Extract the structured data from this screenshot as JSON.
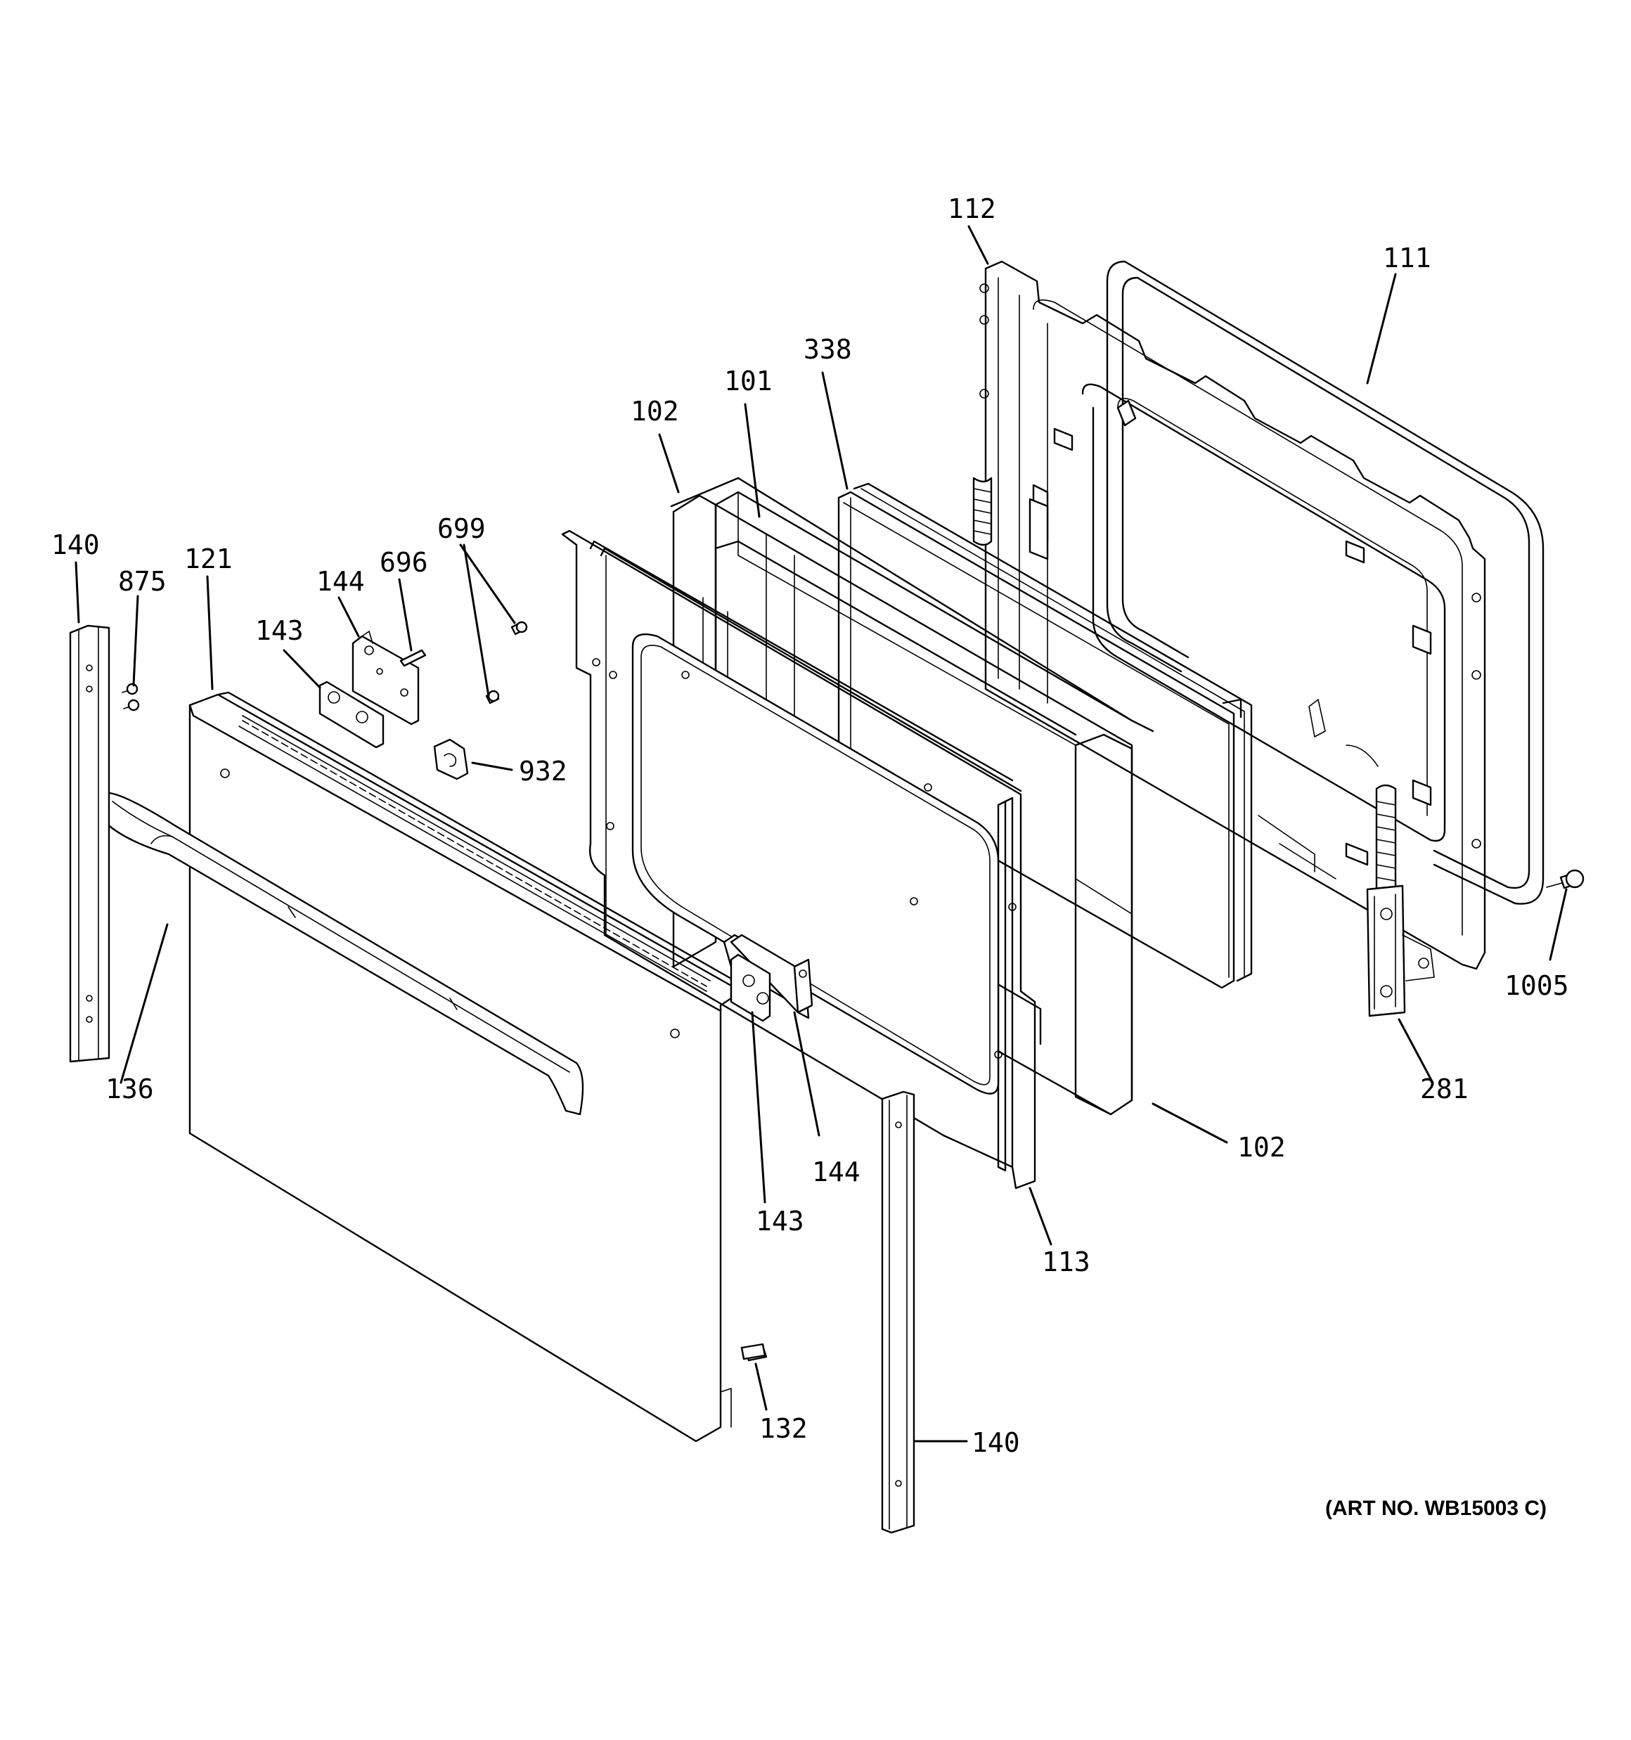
{
  "callouts": {
    "c112": "112",
    "c111": "111",
    "c338": "338",
    "c101": "101",
    "c102_top": "102",
    "c699": "699",
    "c140_left": "140",
    "c875": "875",
    "c121": "121",
    "c144_top": "144",
    "c696": "696",
    "c143_top": "143",
    "c932": "932",
    "c1005": "1005",
    "c281": "281",
    "c136": "136",
    "c102_bottom": "102",
    "c144_bottom": "144",
    "c143_bottom": "143",
    "c113": "113",
    "c132": "132",
    "c140_bottom": "140"
  },
  "art_number": "(ART NO. WB15003 C)"
}
